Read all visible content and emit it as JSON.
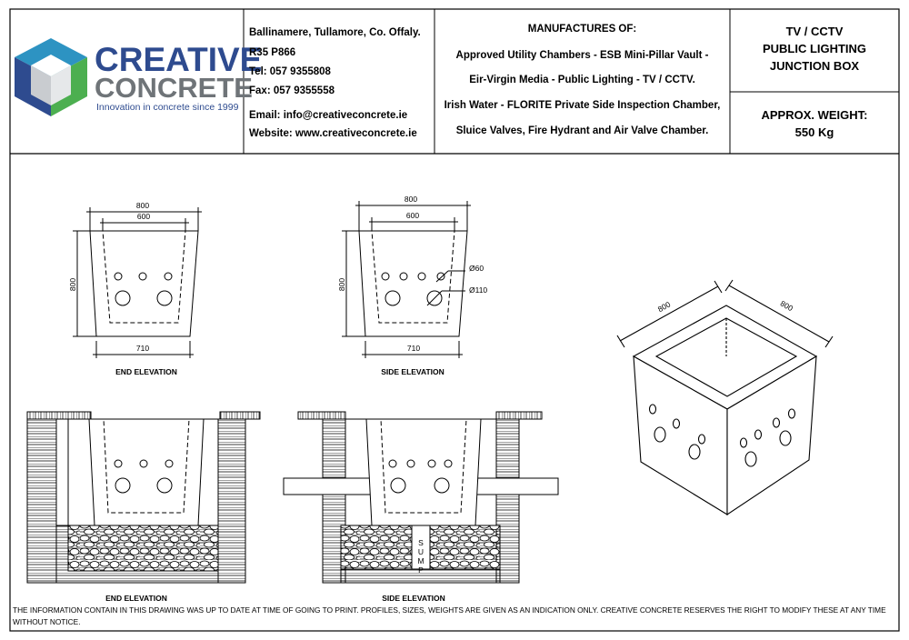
{
  "logo": {
    "brand_line1": "CREATIVE",
    "brand_line2": "CONCRETE",
    "tagline": "Innovation in concrete since 1999",
    "icon": "cube-logo-icon",
    "colors": {
      "blue": "#2e4b8f",
      "grey": "#6f7478",
      "green": "#3aa45b",
      "teal": "#1f8fb4"
    }
  },
  "contact": {
    "address_line": "Ballinamere, Tullamore,  Co. Offaly.",
    "eircode": "R35 P866",
    "tel": "Tel: 057 9355808",
    "fax": "Fax: 057 9355558",
    "email": "Email: info@creativeconcrete.ie",
    "website": "Website: www.creativeconcrete.ie"
  },
  "manufactures": {
    "heading": "MANUFACTURES OF:",
    "lines": [
      "Approved Utility Chambers - ESB Mini-Pillar Vault -",
      "Eir-Virgin Media - Public Lighting - TV / CCTV.",
      "Irish Water - FLORITE Private Side Inspection Chamber,",
      "Sluice Valves, Fire Hydrant and Air Valve Chamber."
    ]
  },
  "product": {
    "title_lines": [
      "TV / CCTV",
      "PUBLIC LIGHTING",
      "JUNCTION BOX"
    ],
    "weight_lines": [
      "APPROX. WEIGHT:",
      "550 Kg"
    ]
  },
  "drawings": {
    "end_elevation": {
      "label": "END ELEVATION",
      "top_outer": "800",
      "top_inner": "600",
      "height": "800",
      "base": "710"
    },
    "side_elevation": {
      "label": "SIDE ELEVATION",
      "top_outer": "800",
      "top_inner": "600",
      "height": "800",
      "base": "710",
      "small_hole": "Ø60",
      "large_hole": "Ø110"
    },
    "iso_view": {
      "width_a": "800",
      "width_b": "800"
    },
    "install_end": {
      "label": "END ELEVATION"
    },
    "install_side": {
      "label": "SIDE ELEVATION",
      "sump": "SUMP"
    }
  },
  "footer": {
    "disclaimer": "THE INFORMATION CONTAIN IN THIS DRAWING WAS UP TO DATE AT TIME OF GOING TO PRINT. PROFILES, SIZES, WEIGHTS ARE GIVEN AS AN INDICATION ONLY. CREATIVE CONCRETE RESERVES THE RIGHT TO MODIFY THESE AT ANY TIME WITHOUT NOTICE."
  }
}
